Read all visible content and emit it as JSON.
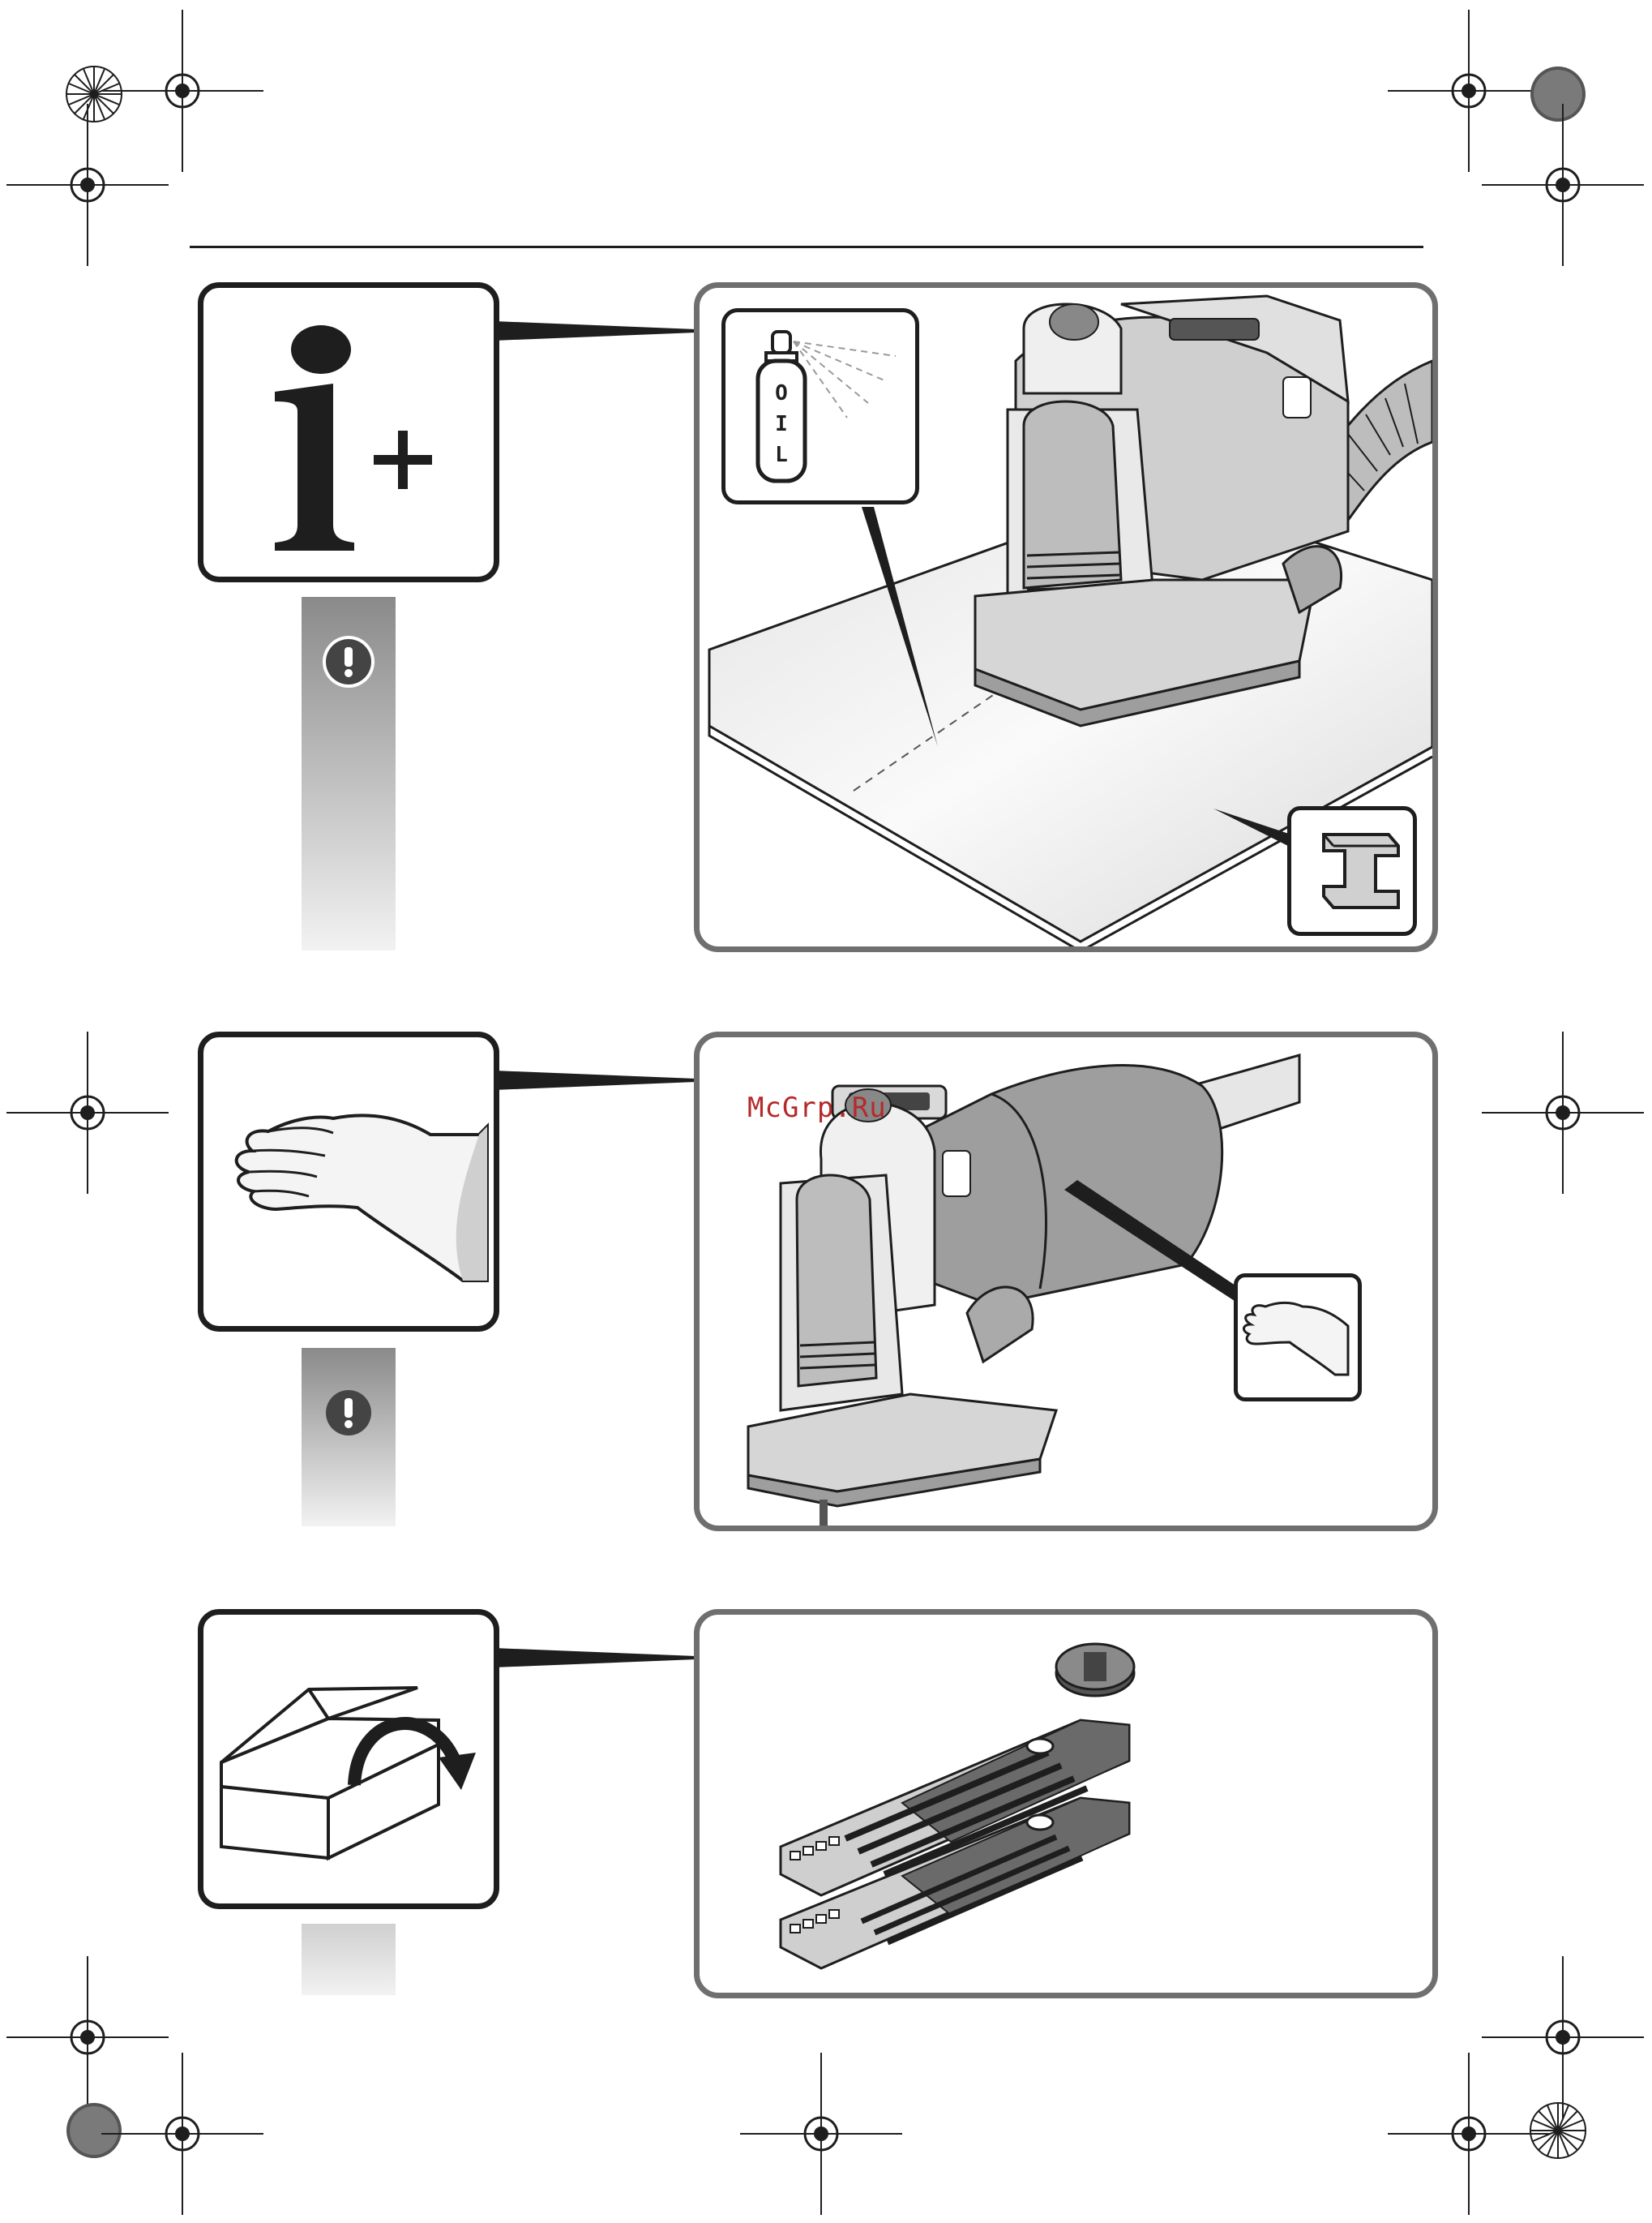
{
  "watermark": "McGrp.Ru",
  "oil_label": [
    "O",
    "I",
    "L"
  ],
  "colors": {
    "frame_dark": "#1e1e1e",
    "panel_border": "#6f6f6f",
    "warning_bar_top": "#8a8a8a",
    "warning_bar_bottom": "#f2f2f2",
    "watermark": "#b52a2a"
  },
  "icons": {
    "row1_box": "info-plus-icon",
    "row1_warning": "exclamation-icon",
    "row1_oil": "oil-can-icon",
    "row1_material": "steel-beam-icon",
    "row2_box": "hand-icon",
    "row2_warning": "exclamation-icon",
    "row3_box": "open-box-icon"
  }
}
